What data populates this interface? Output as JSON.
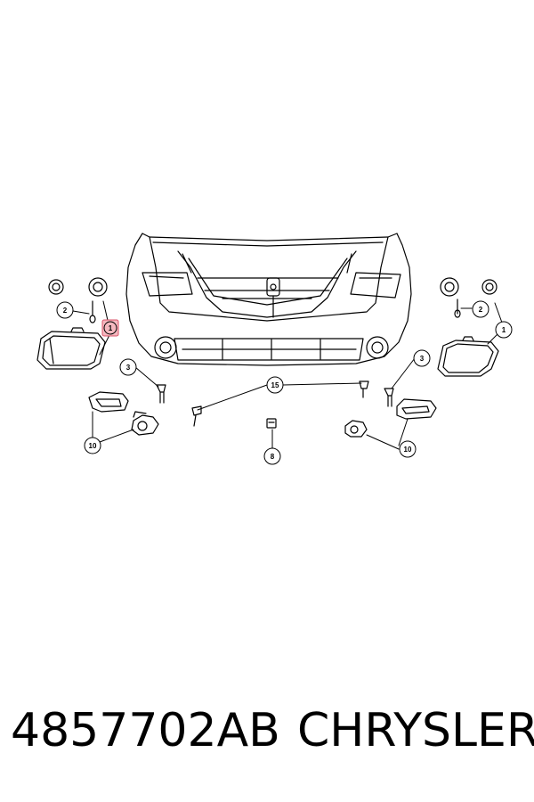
{
  "diagram": {
    "callouts": [
      {
        "id": "c1-left",
        "label": "1",
        "highlighted": true
      },
      {
        "id": "c1-right",
        "label": "1",
        "highlighted": false
      },
      {
        "id": "c2-left",
        "label": "2",
        "highlighted": false
      },
      {
        "id": "c2-right",
        "label": "2",
        "highlighted": false
      },
      {
        "id": "c3-left",
        "label": "3",
        "highlighted": false
      },
      {
        "id": "c3-right",
        "label": "3",
        "highlighted": false
      },
      {
        "id": "c15",
        "label": "15",
        "highlighted": false
      },
      {
        "id": "c8",
        "label": "8",
        "highlighted": false
      },
      {
        "id": "c10-left",
        "label": "10",
        "highlighted": false
      },
      {
        "id": "c10-right",
        "label": "10",
        "highlighted": false
      }
    ],
    "highlight_color": "#f4b8bf",
    "highlight_border": "#d9536a"
  },
  "footer": {
    "part_number": "4857702AB",
    "brand": "CHRYSLER"
  }
}
